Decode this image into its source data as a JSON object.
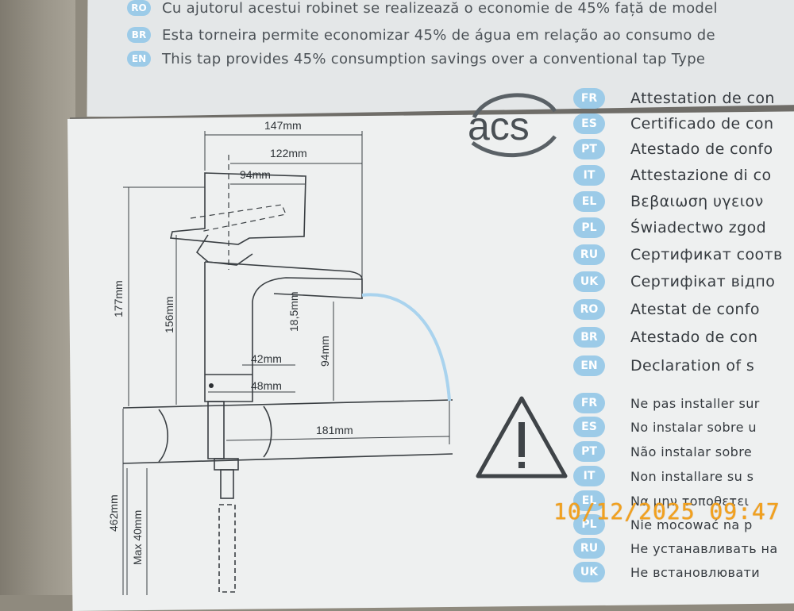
{
  "top_lines": [
    {
      "code": "RO",
      "text": "Cu ajutorul acestui robinet se realizează o economie de 45% față de model"
    },
    {
      "code": "BR",
      "text": "Esta torneira permite economizar 45% de água em relação ao consumo de"
    },
    {
      "code": "EN",
      "text": "This tap provides 45% consumption savings over a conventional tap Type"
    }
  ],
  "logo_text": "acs",
  "certificates": [
    {
      "code": "FR",
      "text": "Attestation de con"
    },
    {
      "code": "ES",
      "text": "Certificado de con"
    },
    {
      "code": "PT",
      "text": "Atestado de confo"
    },
    {
      "code": "IT",
      "text": "Attestazione di co"
    },
    {
      "code": "EL",
      "text": "Βεβαιωση υγειον"
    },
    {
      "code": "PL",
      "text": "Świadectwo zgod"
    },
    {
      "code": "RU",
      "text": "Сертификат соотв"
    },
    {
      "code": "UK",
      "text": "Сертифікат відпо"
    },
    {
      "code": "RO",
      "text": "Atestat de confo"
    },
    {
      "code": "BR",
      "text": "Atestado de con"
    },
    {
      "code": "EN",
      "text": "Declaration of s"
    }
  ],
  "warnings": [
    {
      "code": "FR",
      "text": "Ne pas installer sur"
    },
    {
      "code": "ES",
      "text": "No instalar sobre u"
    },
    {
      "code": "PT",
      "text": "Não instalar sobre"
    },
    {
      "code": "IT",
      "text": "Non installare su s"
    },
    {
      "code": "EL",
      "text": "Να μην τοποθετει"
    },
    {
      "code": "PL",
      "text": "Nie mocować na p"
    },
    {
      "code": "RU",
      "text": "Не устанавливать на"
    },
    {
      "code": "UK",
      "text": "Не встановлювати"
    }
  ],
  "dimensions": {
    "d147": "147mm",
    "d122": "122mm",
    "d94top": "94mm",
    "d177": "177mm",
    "d156": "156mm",
    "d18_5": "18,5mm",
    "d94": "94mm",
    "d42": "42mm",
    "d48": "48mm",
    "d181": "181mm",
    "d462": "462mm",
    "max40": "Max 40mm"
  },
  "timestamp": "10/12/2025 09:47",
  "colors": {
    "badge": "#9ccbe8",
    "water": "#a9d3ee",
    "stamp": "#f2a11e"
  }
}
